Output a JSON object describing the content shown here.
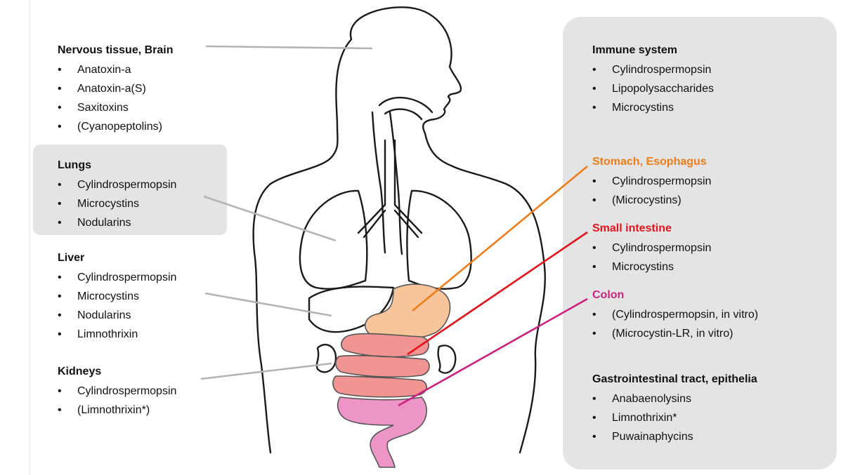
{
  "colors": {
    "stomach_title": "#ef7d17",
    "small_intestine_title": "#e5131b",
    "colon_title": "#cc1f7f",
    "panel_background": "#e4e4e4",
    "leader_gray": "#b4b4b4"
  },
  "groups": {
    "brain": {
      "title": "Nervous tissue, Brain",
      "items": [
        "Anatoxin-a",
        "Anatoxin-a(S)",
        "Saxitoxins",
        "(Cyanopeptolins)"
      ]
    },
    "lungs": {
      "title": "Lungs",
      "items": [
        "Cylindrospermopsin",
        "Microcystins",
        "Nodularins"
      ]
    },
    "liver": {
      "title": "Liver",
      "items": [
        "Cylindrospermopsin",
        "Microcystins",
        "Nodularins",
        "Limnothrixin"
      ]
    },
    "kidneys": {
      "title": "Kidneys",
      "items": [
        "Cylindrospermopsin",
        "(Limnothrixin*)"
      ]
    },
    "immune": {
      "title": "Immune system",
      "items": [
        "Cylindrospermopsin",
        "Lipopolysaccharides",
        "Microcystins"
      ]
    },
    "stomach": {
      "title": "Stomach, Esophagus",
      "items": [
        "Cylindrospermopsin",
        "(Microcystins)"
      ]
    },
    "small": {
      "title": "Small intestine",
      "items": [
        "Cylindrospermopsin",
        "Microcystins"
      ]
    },
    "colon": {
      "title": "Colon",
      "items": [
        "(Cylindrospermopsin, in vitro)",
        "(Microcystin-LR, in vitro)"
      ]
    },
    "gi": {
      "title": "Gastrointestinal tract, epithelia",
      "items": [
        "Anabaenolysins",
        "Limnothrixin*",
        "Puwainaphycins"
      ]
    }
  }
}
